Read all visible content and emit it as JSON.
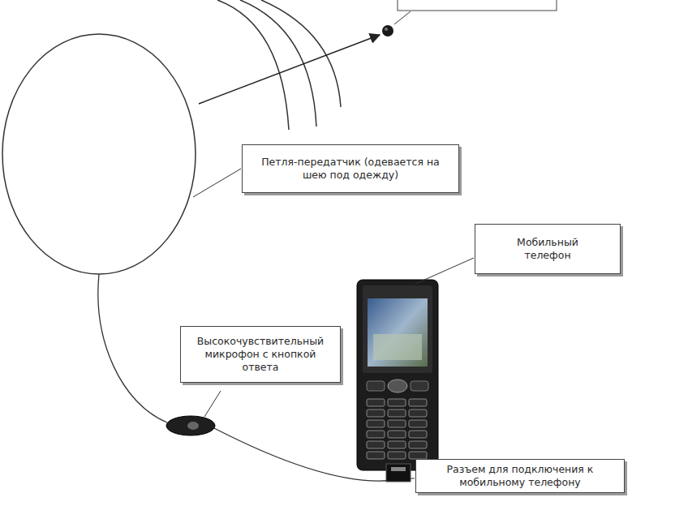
{
  "diagram": {
    "nodes": [
      {
        "text": [
          "Петля-передатчик (одевается на шею под одежду)"
        ]
      },
      {
        "text": [
          "Мобильный телефон"
        ]
      },
      {
        "text": [
          "Высокочувствительный микрофон с кнопкой ответа"
        ]
      },
      {
        "text": [
          "Разъем для подключения к мобильному телефону"
        ]
      }
    ]
  }
}
